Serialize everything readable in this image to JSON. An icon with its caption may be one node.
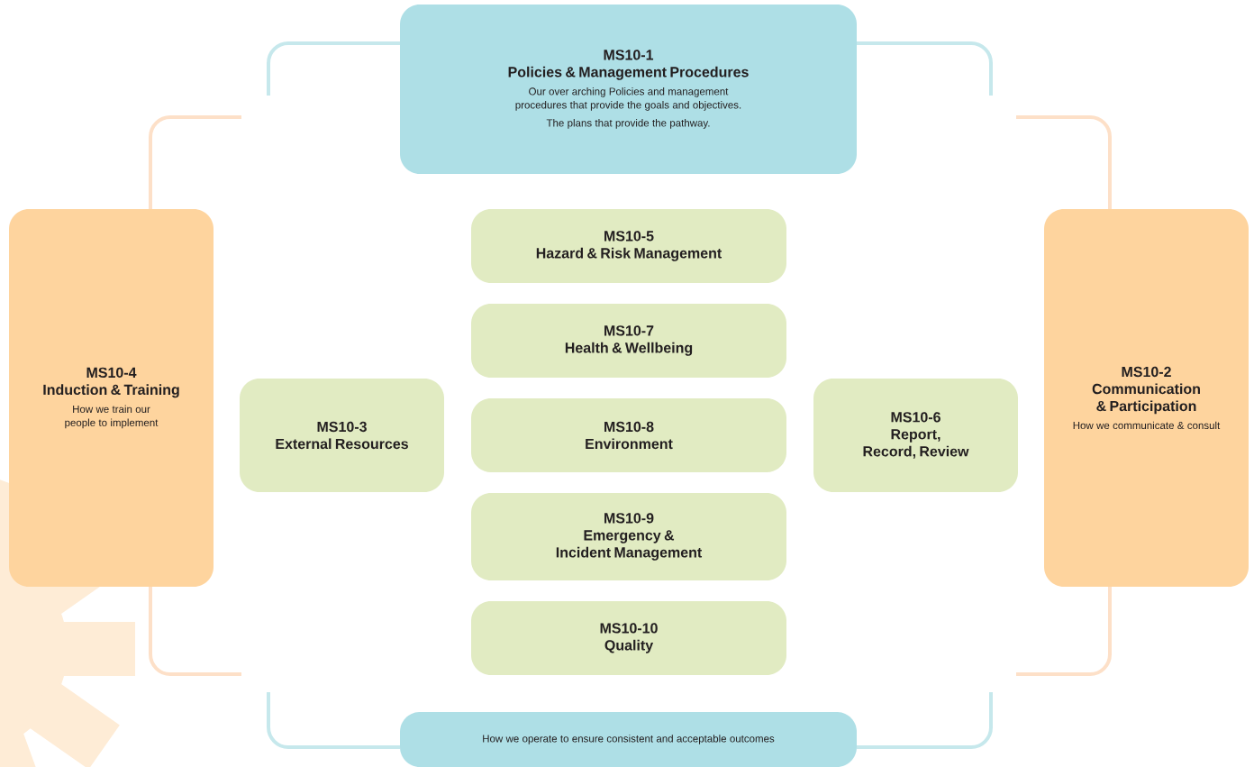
{
  "diagram": {
    "nodes": [
      {
        "text": [
          "MS10-1",
          "Policies & Management Procedures",
          "Our over arching Policies and management procedures that provide the goals and objectives.",
          "The plans that provide the pathway."
        ]
      },
      {
        "text": [
          "MS10-4",
          "Induction & Training",
          "How we train our people to implement"
        ]
      },
      {
        "text": [
          "MS10-3",
          "External Resources"
        ]
      },
      {
        "text": [
          "MS10-5",
          "Hazard & Risk Management"
        ]
      },
      {
        "text": [
          "MS10-7",
          "Health & Wellbeing"
        ]
      },
      {
        "text": [
          "MS10-8",
          "Environment"
        ]
      },
      {
        "text": [
          "MS10-9",
          "Emergency & Incident Management"
        ]
      },
      {
        "text": [
          "MS10-10",
          "Quality"
        ]
      },
      {
        "text": [
          "MS10-6",
          "Report, Record, Review"
        ]
      },
      {
        "text": [
          "MS10-2",
          "Communication & Participation",
          "How we communicate & consult"
        ]
      },
      {
        "text": [
          "How we operate to ensure consistent and acceptable outcomes"
        ]
      }
    ]
  }
}
